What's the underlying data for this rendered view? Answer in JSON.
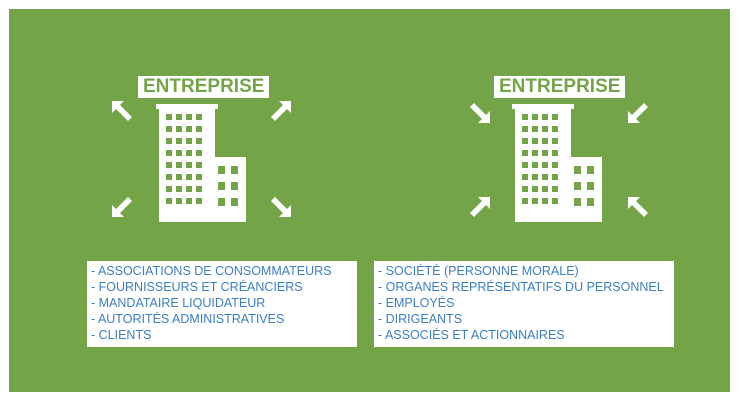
{
  "colors": {
    "background": "#73a548",
    "label_text": "#73a548",
    "list_text": "#3a7fc0",
    "white": "#ffffff"
  },
  "left": {
    "label": "ENTREPRISE",
    "arrow_direction": "outward",
    "items": [
      "- ASSOCIATIONS DE CONSOMMATEURS",
      "- FOURNISSEURS ET CRÉANCIERS",
      "- MANDATAIRE LIQUIDATEUR",
      "- AUTORITÉS ADMINISTRATIVES",
      "- CLIENTS"
    ]
  },
  "right": {
    "label": "ENTREPRISE",
    "arrow_direction": "inward",
    "items": [
      "- SOCIÉTÉ (PERSONNE MORALE)",
      "- ORGANES REPRÉSENTATIFS DU PERSONNEL",
      "- EMPLOYÉS",
      "- DIRIGEANTS",
      "- ASSOCIÉS ET ACTIONNAIRES"
    ]
  }
}
